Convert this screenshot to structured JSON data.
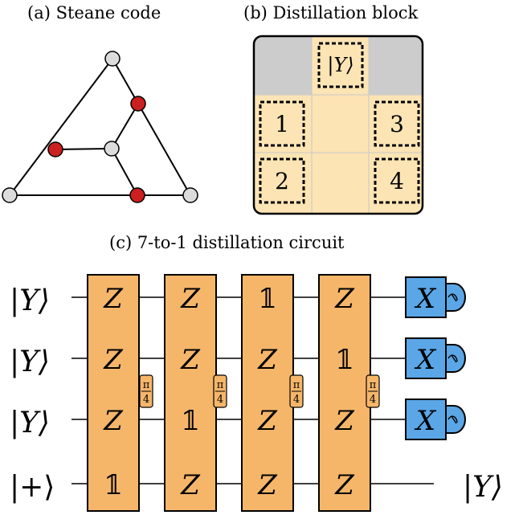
{
  "captions": {
    "a": "(a) Steane code",
    "b": "(b) Distillation block",
    "c": "(c) 7-to-1 distillation circuit"
  },
  "block": {
    "top_state": "|Y⟩",
    "cells": [
      "1",
      "3",
      "2",
      "4"
    ]
  },
  "circuit": {
    "inputs": [
      "|Y⟩",
      "|Y⟩",
      "|Y⟩",
      "|+⟩"
    ],
    "output": "|Y⟩",
    "columns": [
      [
        "Z",
        "Z",
        "Z",
        "𝟙"
      ],
      [
        "Z",
        "Z",
        "𝟙",
        "Z"
      ],
      [
        "𝟙",
        "Z",
        "Z",
        "Z"
      ],
      [
        "Z",
        "𝟙",
        "Z",
        "Z"
      ]
    ],
    "rotation_numerator": "π",
    "rotation_denominator": "4",
    "measure_label": "X"
  },
  "colors": {
    "vertex_red": "#cc1f1f",
    "vertex_gray": "#dcdcdc",
    "block_tan": "#fce4b4",
    "block_gray": "#cccccc",
    "gate_orange": "#f5b66a",
    "measure_blue": "#5aa6e6"
  }
}
